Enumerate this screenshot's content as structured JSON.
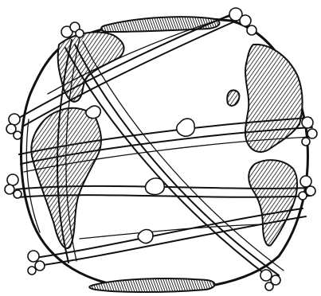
{
  "illustration": {
    "subject": "globe-wrapped-in-rope-bands",
    "style": "black-ink-line-drawing",
    "colors": {
      "ink": "#111111",
      "paper": "#ffffff"
    },
    "elements": [
      {
        "name": "globe-rim"
      },
      {
        "name": "north-america"
      },
      {
        "name": "south-america"
      },
      {
        "name": "europe-asia"
      },
      {
        "name": "africa"
      },
      {
        "name": "antarctica"
      },
      {
        "name": "top-landmass"
      },
      {
        "name": "rope-bands"
      },
      {
        "name": "rope-knots"
      },
      {
        "name": "frayed-rope-ends"
      }
    ]
  }
}
